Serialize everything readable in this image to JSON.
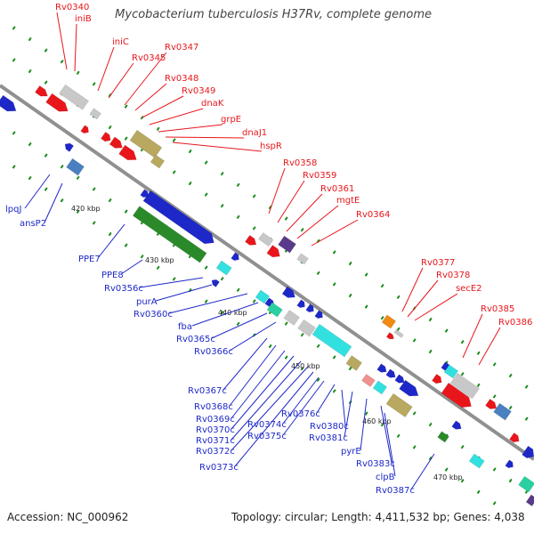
{
  "title": "Mycobacterium tuberculosis H37Rv, complete genome",
  "footer": {
    "accession": "Accession: NC_000962",
    "topology": "Topology: circular; Length: 4,411,532 bp; Genes: 4,038"
  },
  "colors": {
    "backbone": "#888888",
    "red": "#e8161b",
    "blue": "#1e28c8",
    "green": "#2a8a2a",
    "tan": "#b8a860",
    "cyan": "#33e0e0",
    "gray": "#c8c8c8",
    "steel": "#4a80c0",
    "orange": "#f08a10",
    "purple": "#5a3a8a",
    "pink": "#f09090",
    "teal": "#2ad0a0"
  },
  "scale_labels": [
    "420 kbp",
    "430 kbp",
    "440 kbp",
    "450 kbp",
    "460 kbp",
    "470 kbp"
  ],
  "top_labels": [
    "Rv0340",
    "iniB",
    "iniC",
    "Rv0345",
    "Rv0347",
    "Rv0348",
    "Rv0349",
    "dnaK",
    "grpE",
    "dnaJ1",
    "hspR",
    "Rv0358",
    "Rv0359",
    "Rv0361",
    "mgtE",
    "Rv0364",
    "Rv0377",
    "Rv0378",
    "secE2",
    "Rv0385",
    "Rv0386"
  ],
  "bottom_labels": [
    "lpqJ",
    "ansP2",
    "PPE7",
    "PPE8",
    "Rv0356c",
    "purA",
    "Rv0360c",
    "fba",
    "Rv0365c",
    "Rv0366c",
    "Rv0367c",
    "Rv0368c",
    "Rv0369c",
    "Rv0370c",
    "Rv0371c",
    "Rv0372c",
    "Rv0373c",
    "Rv0374c",
    "Rv0375c",
    "Rv0376c",
    "Rv0380c",
    "Rv0381c",
    "pyrE",
    "Rv0383c",
    "clpB",
    "Rv0387c"
  ]
}
